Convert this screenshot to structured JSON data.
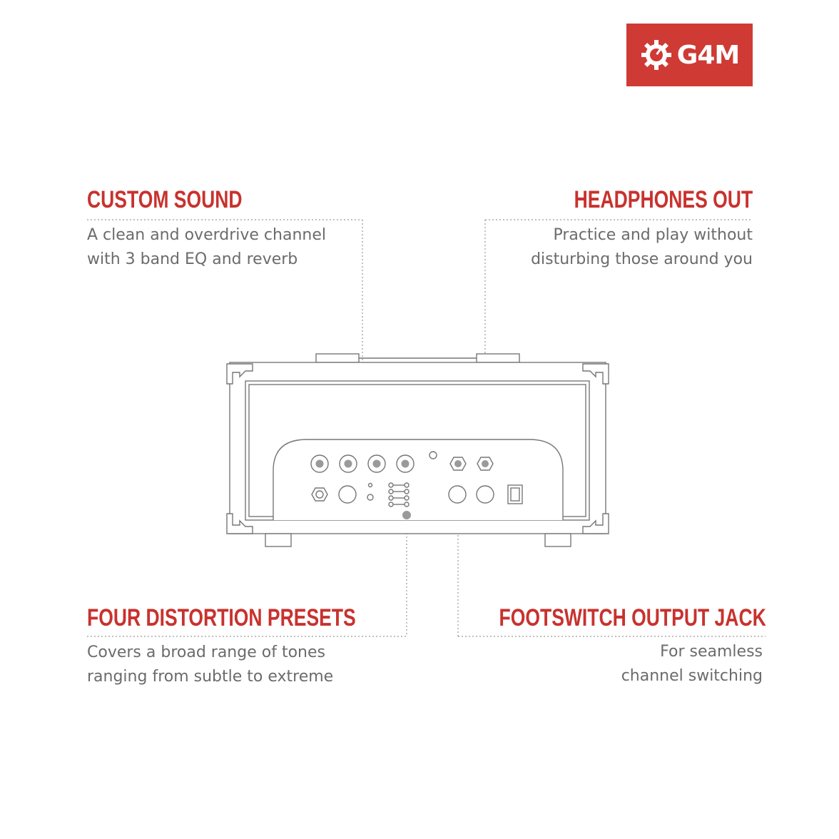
{
  "brand": {
    "name": "G4M",
    "color": "#cf3a35"
  },
  "accent_color": "#c8322e",
  "text_color": "#6b6b6b",
  "callouts": {
    "custom_sound": {
      "title": "CUSTOM SOUND",
      "lines": [
        "A clean and overdrive channel",
        "with 3 band EQ and reverb"
      ]
    },
    "headphones_out": {
      "title": "HEADPHONES OUT",
      "lines": [
        "Practice and play without",
        "disturbing those around you"
      ]
    },
    "distortion_presets": {
      "title": "FOUR DISTORTION PRESETS",
      "lines": [
        "Covers a broad range of tones",
        "ranging from subtle to extreme"
      ]
    },
    "footswitch_jack": {
      "title": "FOOTSWITCH OUTPUT JACK",
      "lines": [
        "For seamless",
        "channel switching"
      ]
    }
  },
  "icons": {
    "logo": "gear-knob-icon",
    "amp": "amplifier-head-line-drawing"
  }
}
